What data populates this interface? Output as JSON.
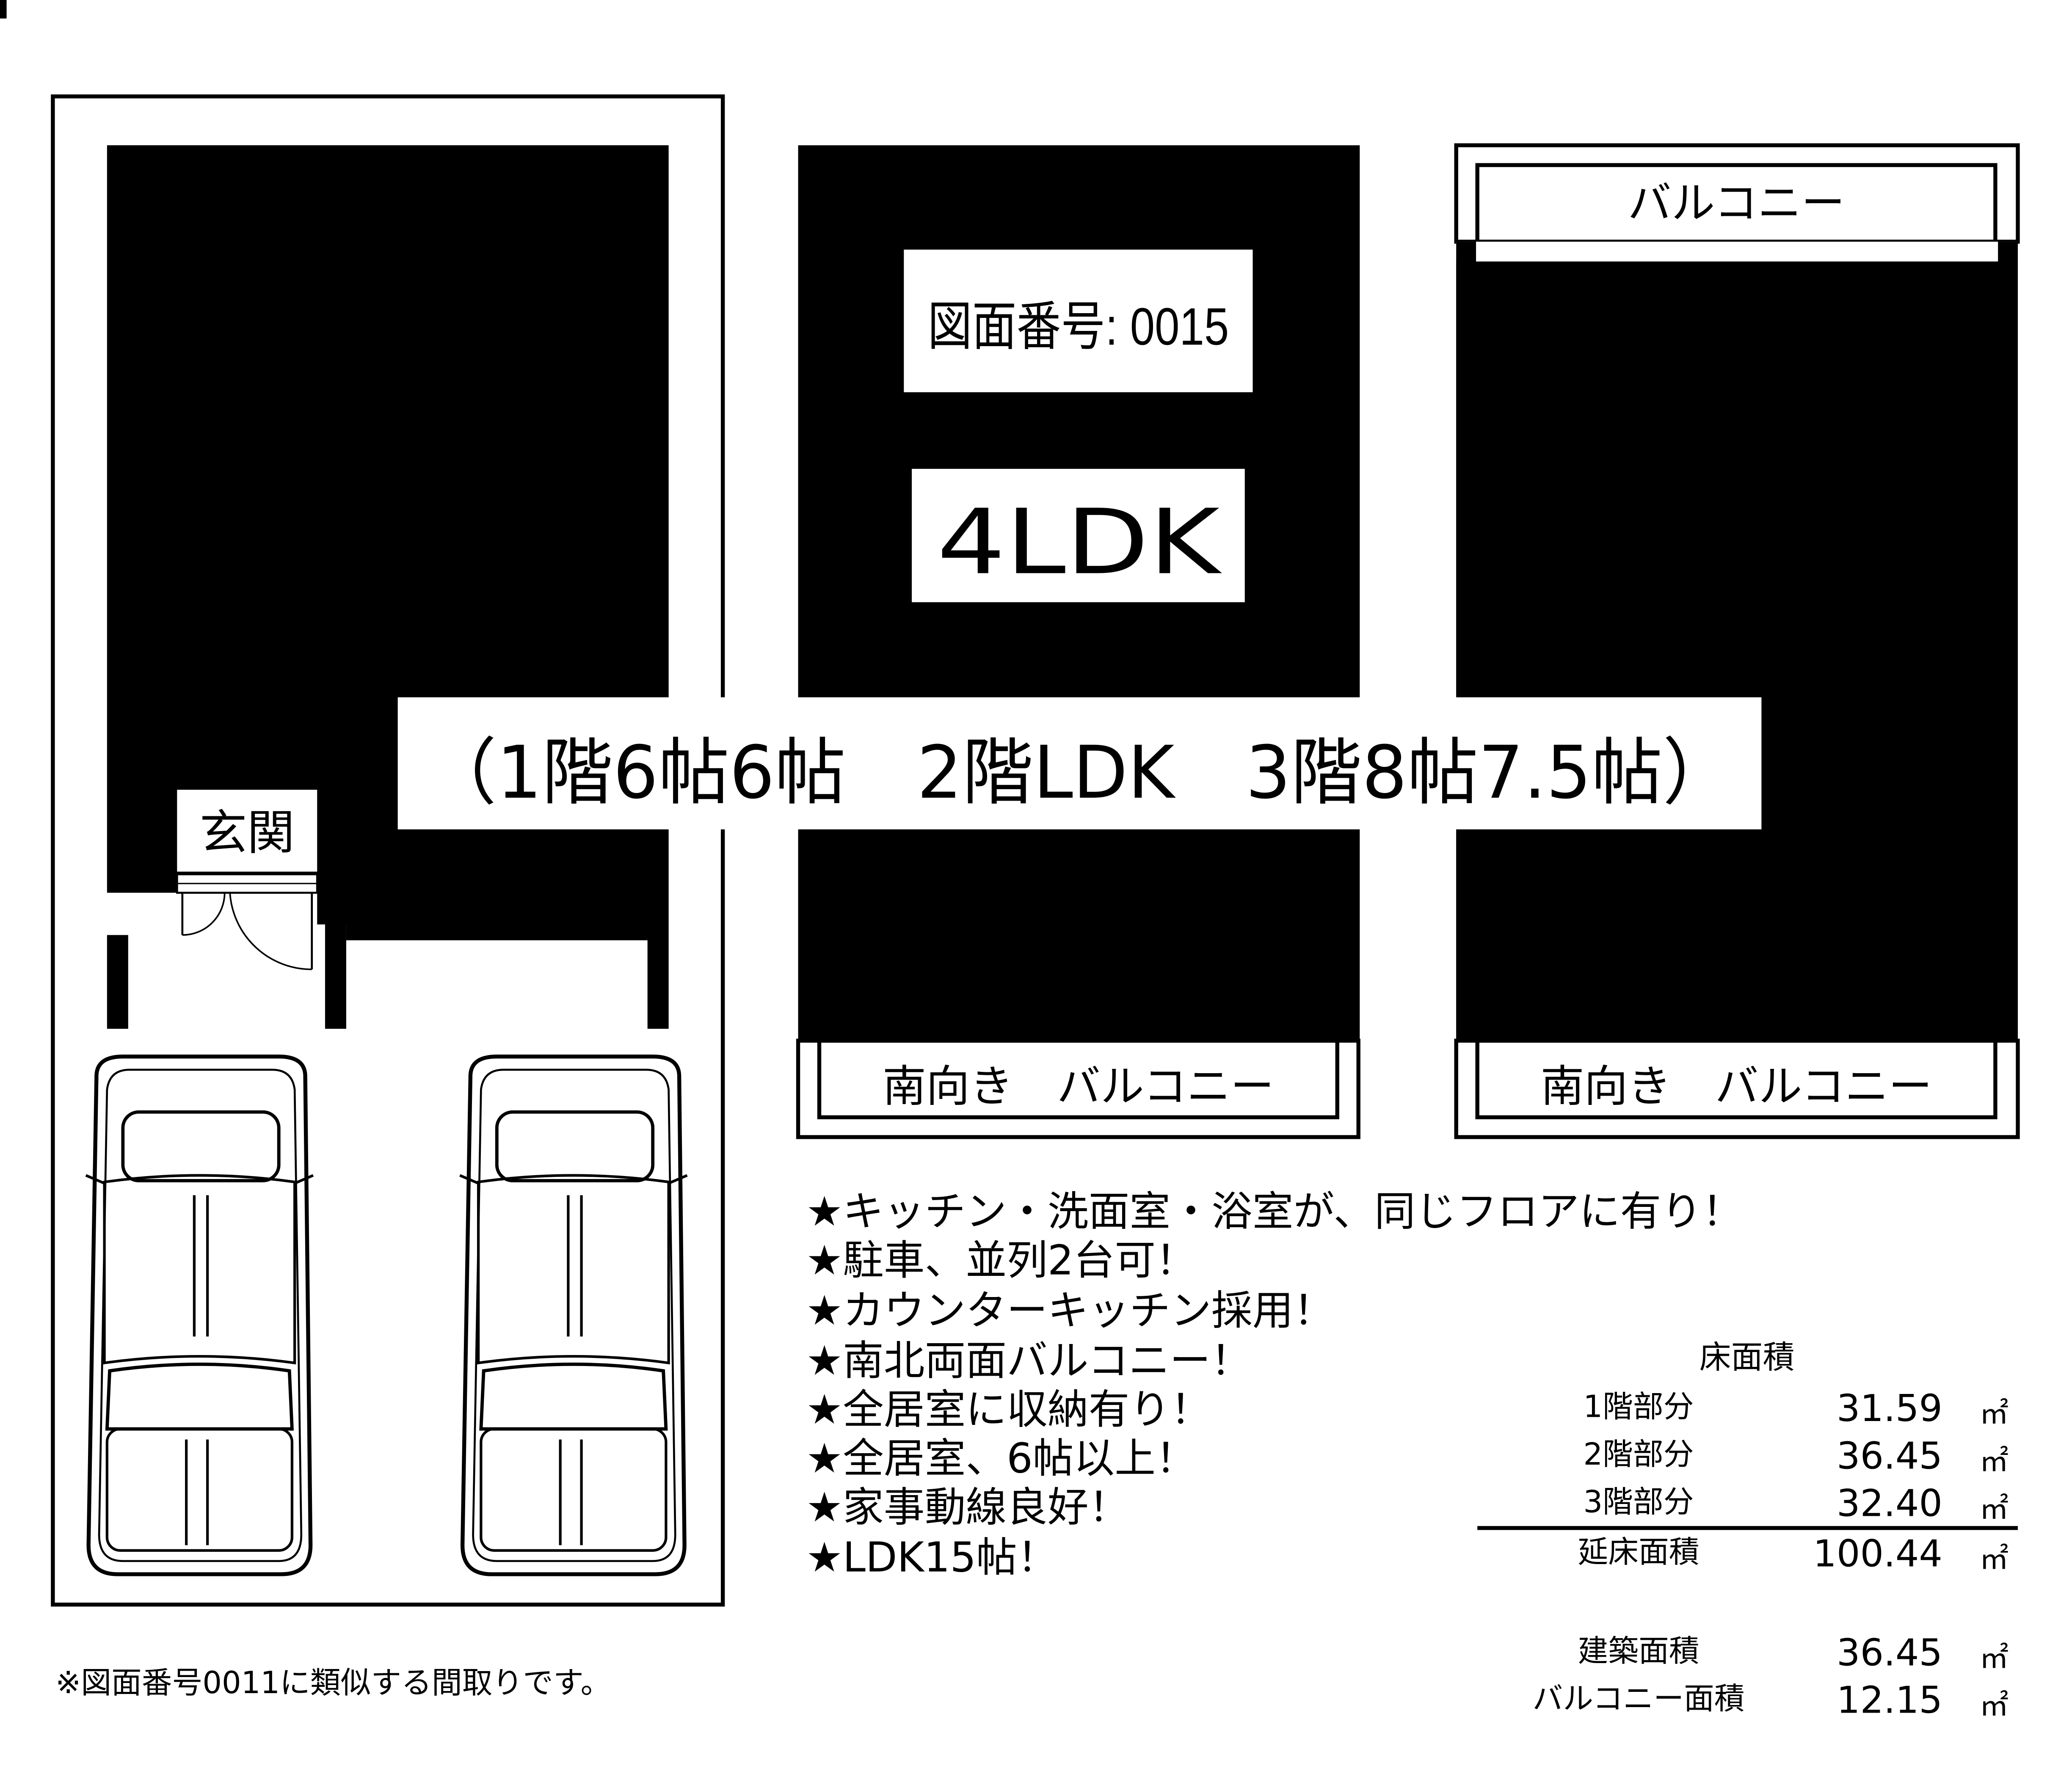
{
  "plan": {
    "plan_number": "図面番号: 0015",
    "layout_type": "4LDK",
    "layout_summary": "（1階6帖6帖　2階LDK　3階8帖7.5帖）",
    "entrance_label": "玄関",
    "balcony_top_label": "バルコニー",
    "balcony_2f_label": "南向き　バルコニー",
    "balcony_3f_label": "南向き　バルコニー"
  },
  "features": [
    "★キッチン・洗面室・浴室が、同じフロアに有り！",
    "★駐車、並列2台可！",
    "★カウンターキッチン採用！",
    "★南北両面バルコニー！",
    "★全居室に収納有り！",
    "★全居室、6帖以上！",
    "★家事動線良好！",
    "★LDK15帖！"
  ],
  "areas": {
    "header": "床面積",
    "unit": "㎡",
    "floors": [
      {
        "label": "1階部分",
        "value": "31.59"
      },
      {
        "label": "2階部分",
        "value": "36.45"
      },
      {
        "label": "3階部分",
        "value": "32.40"
      }
    ],
    "total": {
      "label": "延床面積",
      "value": "100.44"
    },
    "building": {
      "label": "建築面積",
      "value": "36.45"
    },
    "balcony": {
      "label": "バルコニー面積",
      "value": "12.15"
    }
  },
  "note": "※図面番号0011に類似する間取りです。"
}
